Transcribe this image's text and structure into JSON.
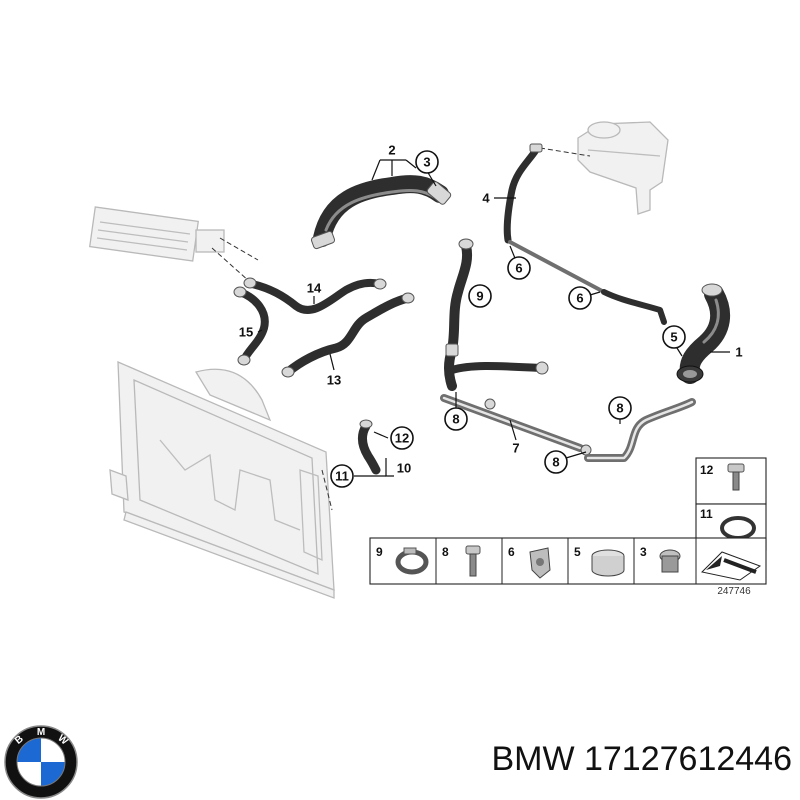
{
  "callouts": {
    "c1": "1",
    "c2": "2",
    "c3": "3",
    "c4": "4",
    "c5": "5",
    "c6a": "6",
    "c6b": "6",
    "c7": "7",
    "c8a": "8",
    "c8b": "8",
    "c8c": "8",
    "c9": "9",
    "c10": "10",
    "c11": "11",
    "c12": "12",
    "c13": "13",
    "c14": "14",
    "c15": "15"
  },
  "legend": {
    "side": [
      "12",
      "11"
    ],
    "bottom": [
      "9",
      "8",
      "6",
      "5",
      "3"
    ]
  },
  "reference_number": "247746",
  "caption": "BMW 17127612446",
  "logo": {
    "letters": [
      "B",
      "M",
      "W"
    ],
    "colors": {
      "blue": "#1c69d4",
      "ring": "#111111",
      "white": "#ffffff"
    }
  }
}
